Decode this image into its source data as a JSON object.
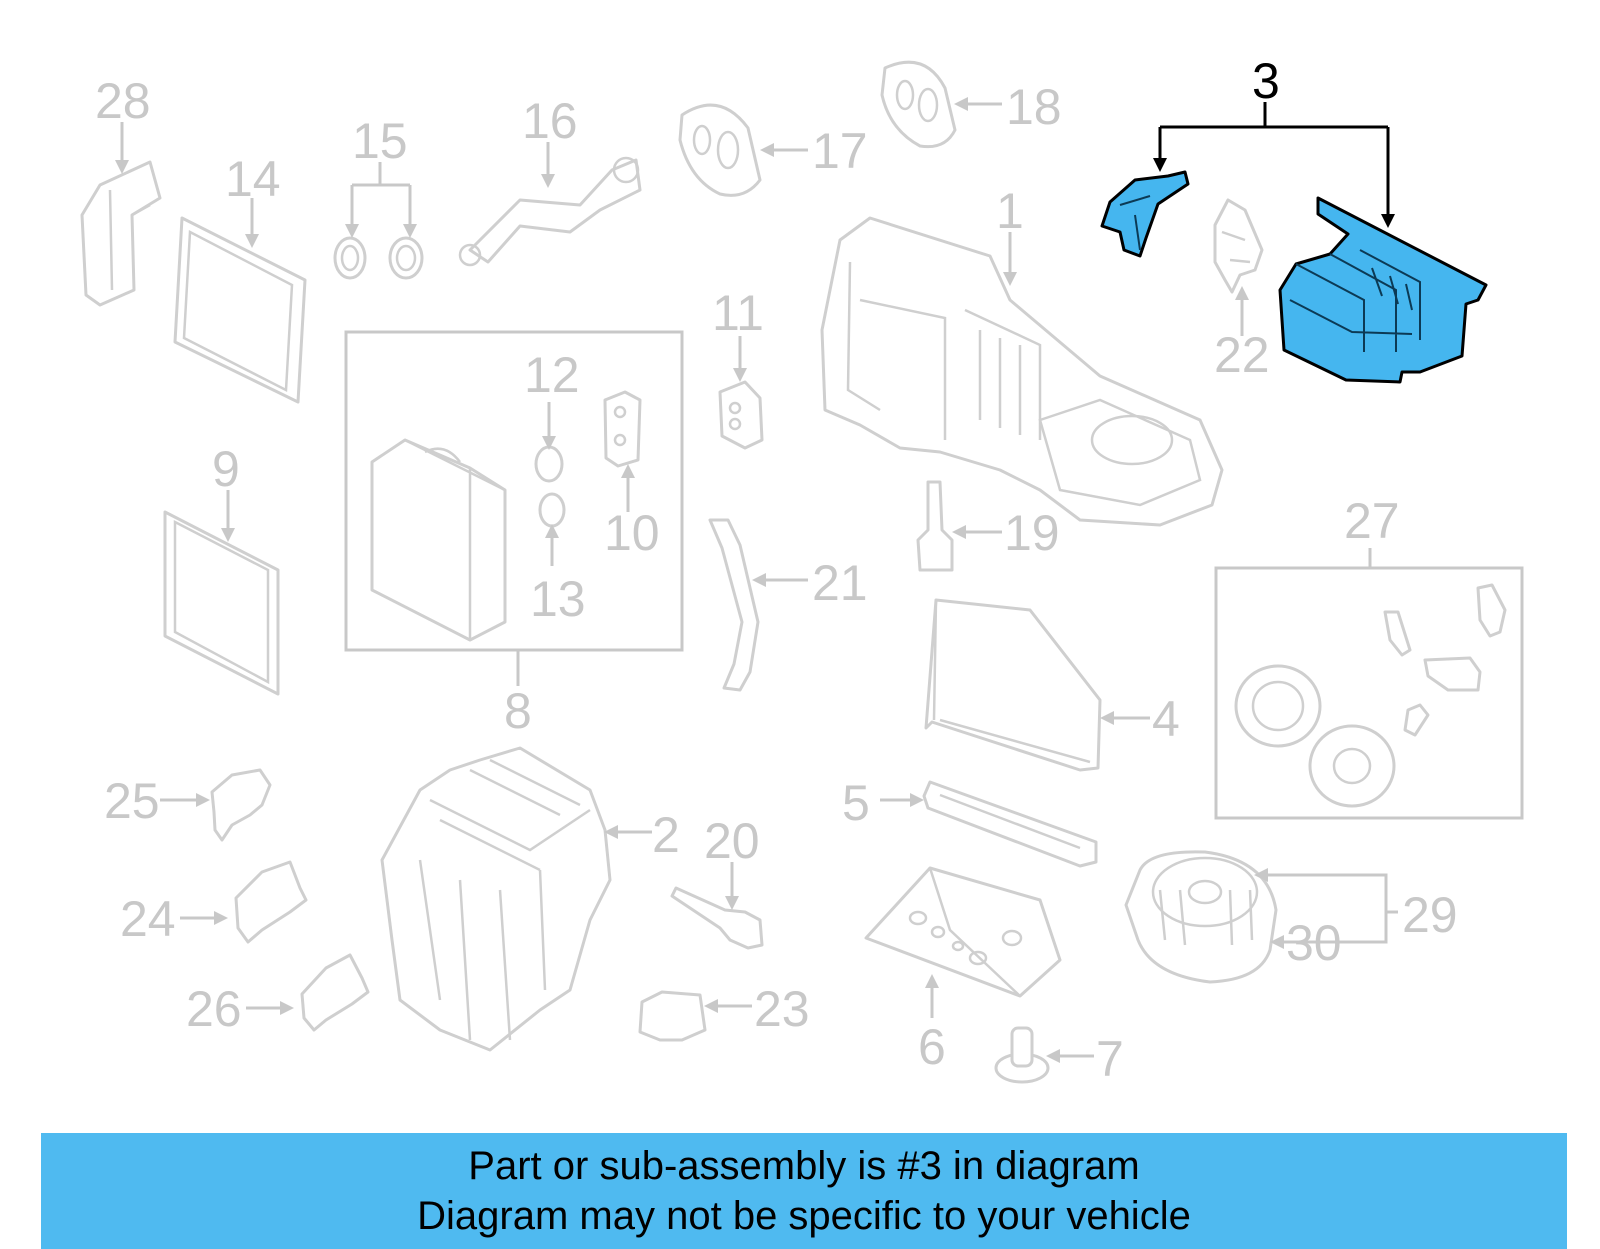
{
  "callouts": {
    "c1": "1",
    "c2": "2",
    "c3": "3",
    "c4": "4",
    "c5": "5",
    "c6": "6",
    "c7": "7",
    "c8": "8",
    "c9": "9",
    "c10": "10",
    "c11": "11",
    "c12": "12",
    "c13": "13",
    "c14": "14",
    "c15": "15",
    "c16": "16",
    "c17": "17",
    "c18": "18",
    "c19": "19",
    "c20": "20",
    "c21": "21",
    "c22": "22",
    "c23": "23",
    "c24": "24",
    "c25": "25",
    "c26": "26",
    "c27": "27",
    "c28": "28",
    "c29": "29",
    "c30": "30"
  },
  "highlight": {
    "part_number": "3",
    "color": "#45b6ef",
    "banner_color": "#4fbaf0"
  },
  "banner": {
    "line1": "Part or sub-assembly is #3 in diagram",
    "line2": "Diagram may not be specific to your vehicle"
  }
}
